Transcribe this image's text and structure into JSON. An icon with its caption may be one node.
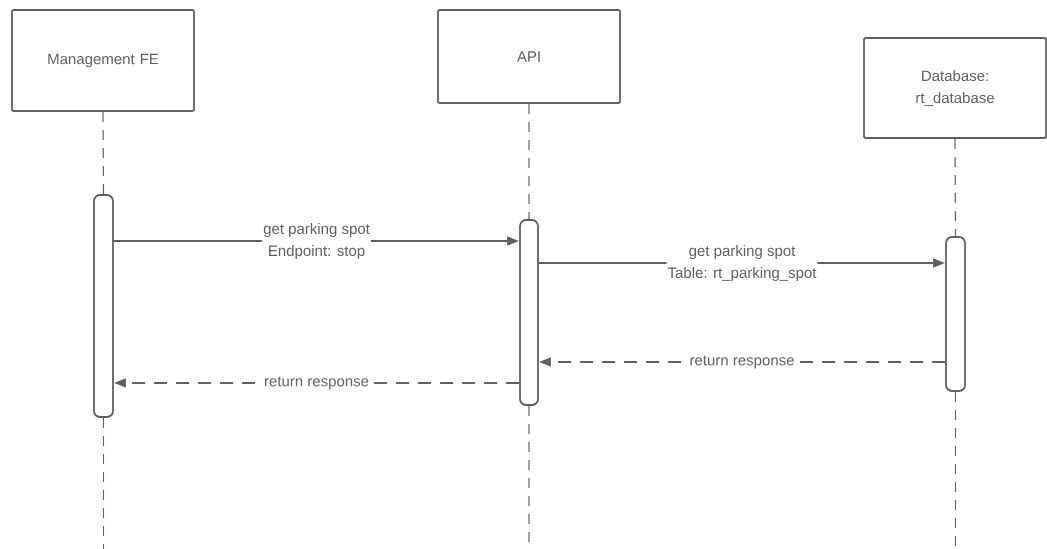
{
  "diagram": {
    "nodes": [
      {
        "text": [
          "Management FE"
        ]
      },
      {
        "text": [
          "API"
        ]
      },
      {
        "text": [
          "Database: rt_database"
        ]
      },
      {
        "text": [],
        "shape": "bar"
      },
      {
        "text": [],
        "shape": "bar"
      },
      {
        "text": [],
        "shape": "bar"
      }
    ],
    "edges": [
      {
        "from": 0,
        "to": 3,
        "arrow": "none",
        "style": "dashed"
      },
      {
        "from": 3,
        "to": null,
        "arrow": "none",
        "style": "dashed"
      },
      {
        "from": 1,
        "to": 4,
        "arrow": "none",
        "style": "dashed"
      },
      {
        "from": 4,
        "to": null,
        "arrow": "none",
        "style": "dashed"
      },
      {
        "from": 2,
        "to": 5,
        "arrow": "none",
        "style": "dashed"
      },
      {
        "from": 5,
        "to": null,
        "arrow": "none",
        "style": "dashed"
      },
      {
        "from": 3,
        "to": 4,
        "arrow": "to",
        "label": "get parking spot Endpoint: stop"
      },
      {
        "from": 4,
        "to": 5,
        "arrow": "to",
        "label": "get parking spot Table: rt_parking_spot"
      },
      {
        "from": 5,
        "to": 4,
        "arrow": "to",
        "style": "dashed",
        "label": "return response"
      },
      {
        "from": 4,
        "to": 3,
        "arrow": "to",
        "style": "dashed",
        "label": "return response"
      }
    ]
  }
}
